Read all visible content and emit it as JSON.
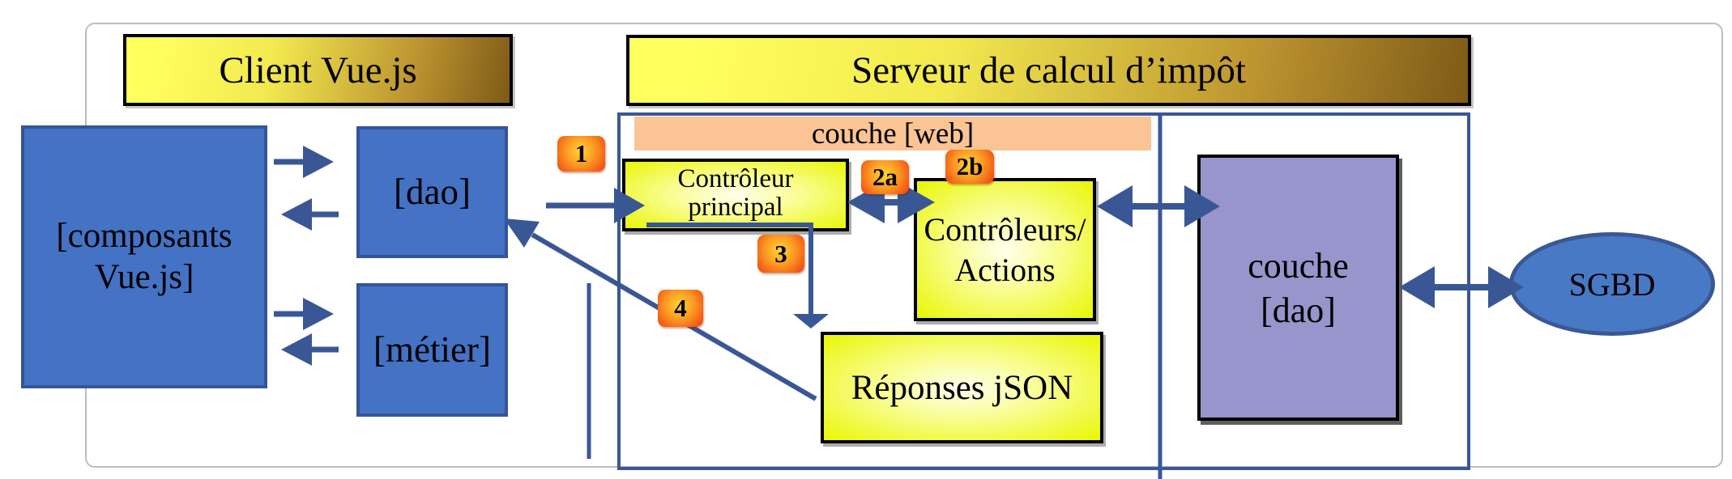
{
  "client": {
    "header_label": "Client Vue.js",
    "components_box": {
      "line1": "[composants",
      "line2": "Vue.js]"
    },
    "dao_box_label": "[dao]",
    "metier_box_label": "[métier]"
  },
  "server": {
    "header_label": "Serveur de calcul d’impôt",
    "web_layer_label": "couche [web]",
    "main_controller": {
      "line1": "Contrôleur",
      "line2": "principal"
    },
    "controllers_actions": {
      "line1": "Contrôleurs/",
      "line2": "Actions"
    },
    "json_responses_label": "Réponses jSON",
    "dao_layer": {
      "line1": "couche",
      "line2": "[dao]"
    }
  },
  "database": {
    "label": "SGBD"
  },
  "step_badges": [
    {
      "label": "1"
    },
    {
      "label": "2a"
    },
    {
      "label": "2b"
    },
    {
      "label": "3"
    },
    {
      "label": "4"
    }
  ],
  "colors": {
    "arrow_blue": "#3A5795",
    "box_blue": "#4472C4",
    "box_blue_border": "#35549A",
    "web_orange": "#FAC494",
    "dao_purple": "#9795CB",
    "banner_yellow": "#FFFF5E",
    "banner_brown": "#7D5A17",
    "yellow_edge": "#E9F603",
    "badge_red": "#F2430F",
    "badge_yellow": "#FFD633",
    "frame_gray": "#BDBDBD"
  }
}
